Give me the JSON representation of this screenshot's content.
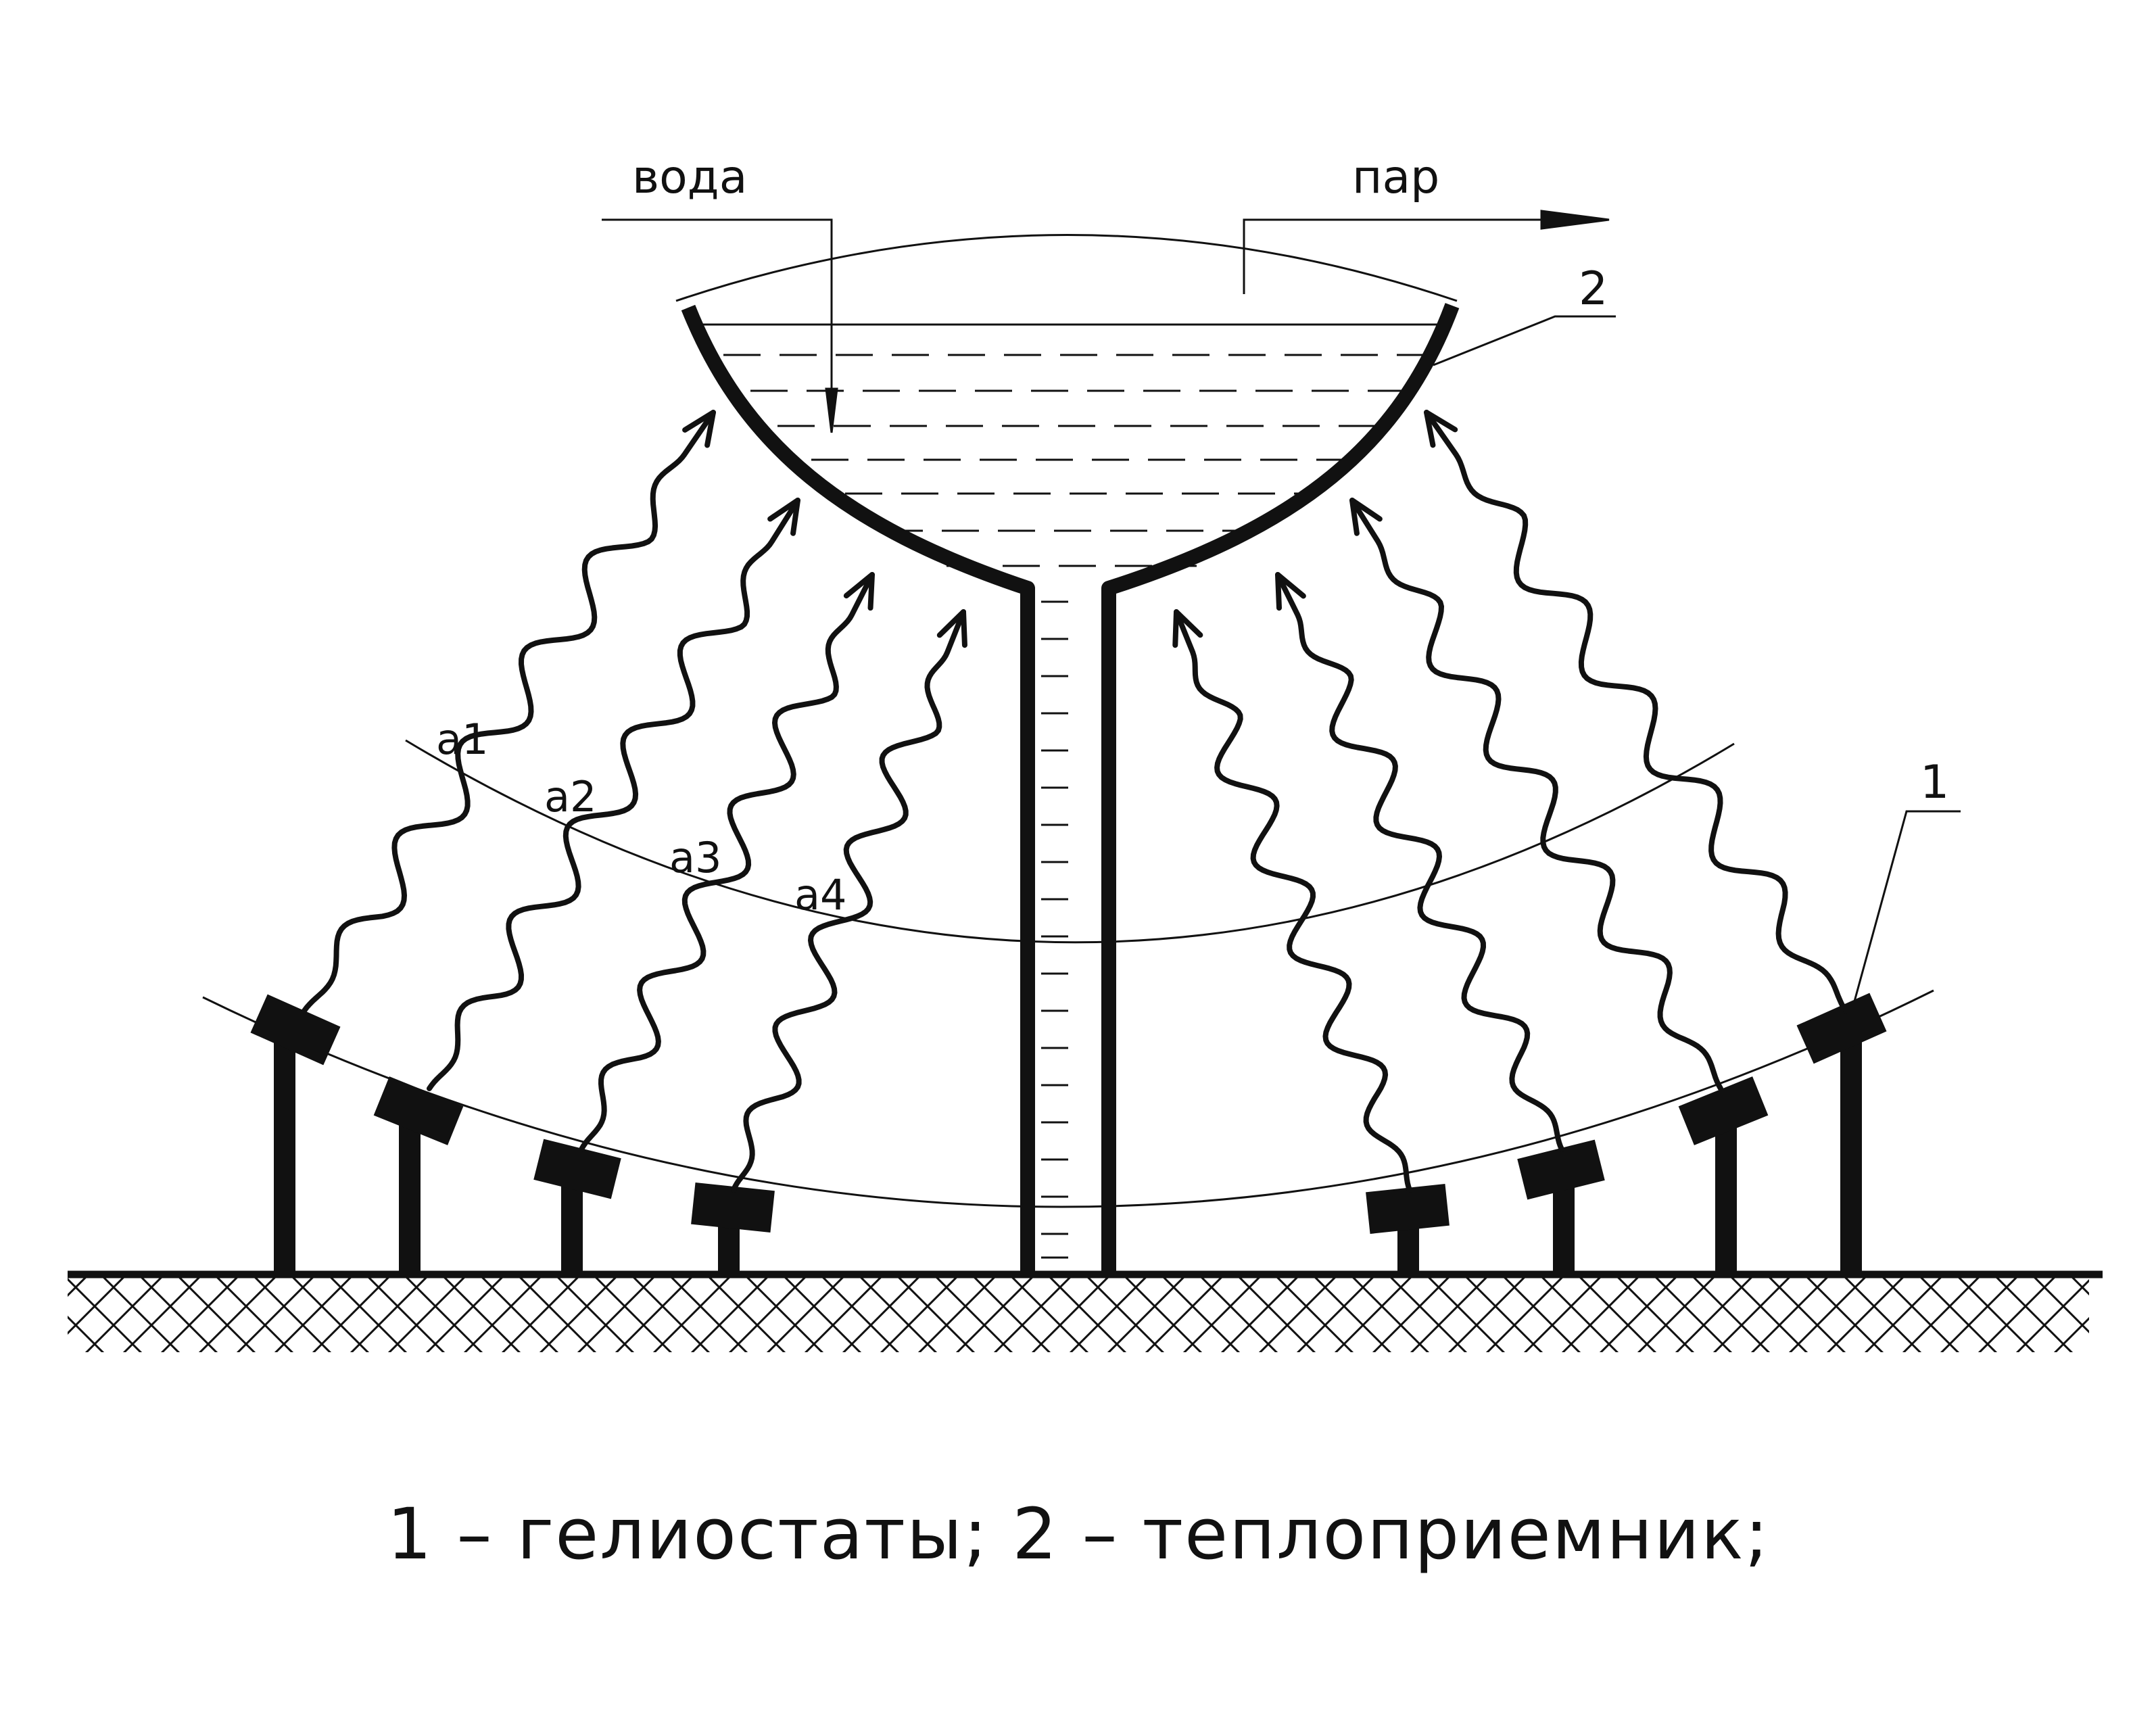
{
  "labels": {
    "water": "вода",
    "steam": "пар",
    "ref_receiver": "2",
    "ref_heliostats": "1",
    "angles": [
      "a1",
      "a2",
      "a3",
      "a4"
    ]
  },
  "caption": "1 – гелиостаты; 2 – теплоприемник;",
  "colors": {
    "ink": "#111111",
    "background": "#ffffff"
  },
  "components": {
    "heliostat_count": 8,
    "receiver": "параболический теплоприемник с водой",
    "ground": "штриховка грунта"
  }
}
